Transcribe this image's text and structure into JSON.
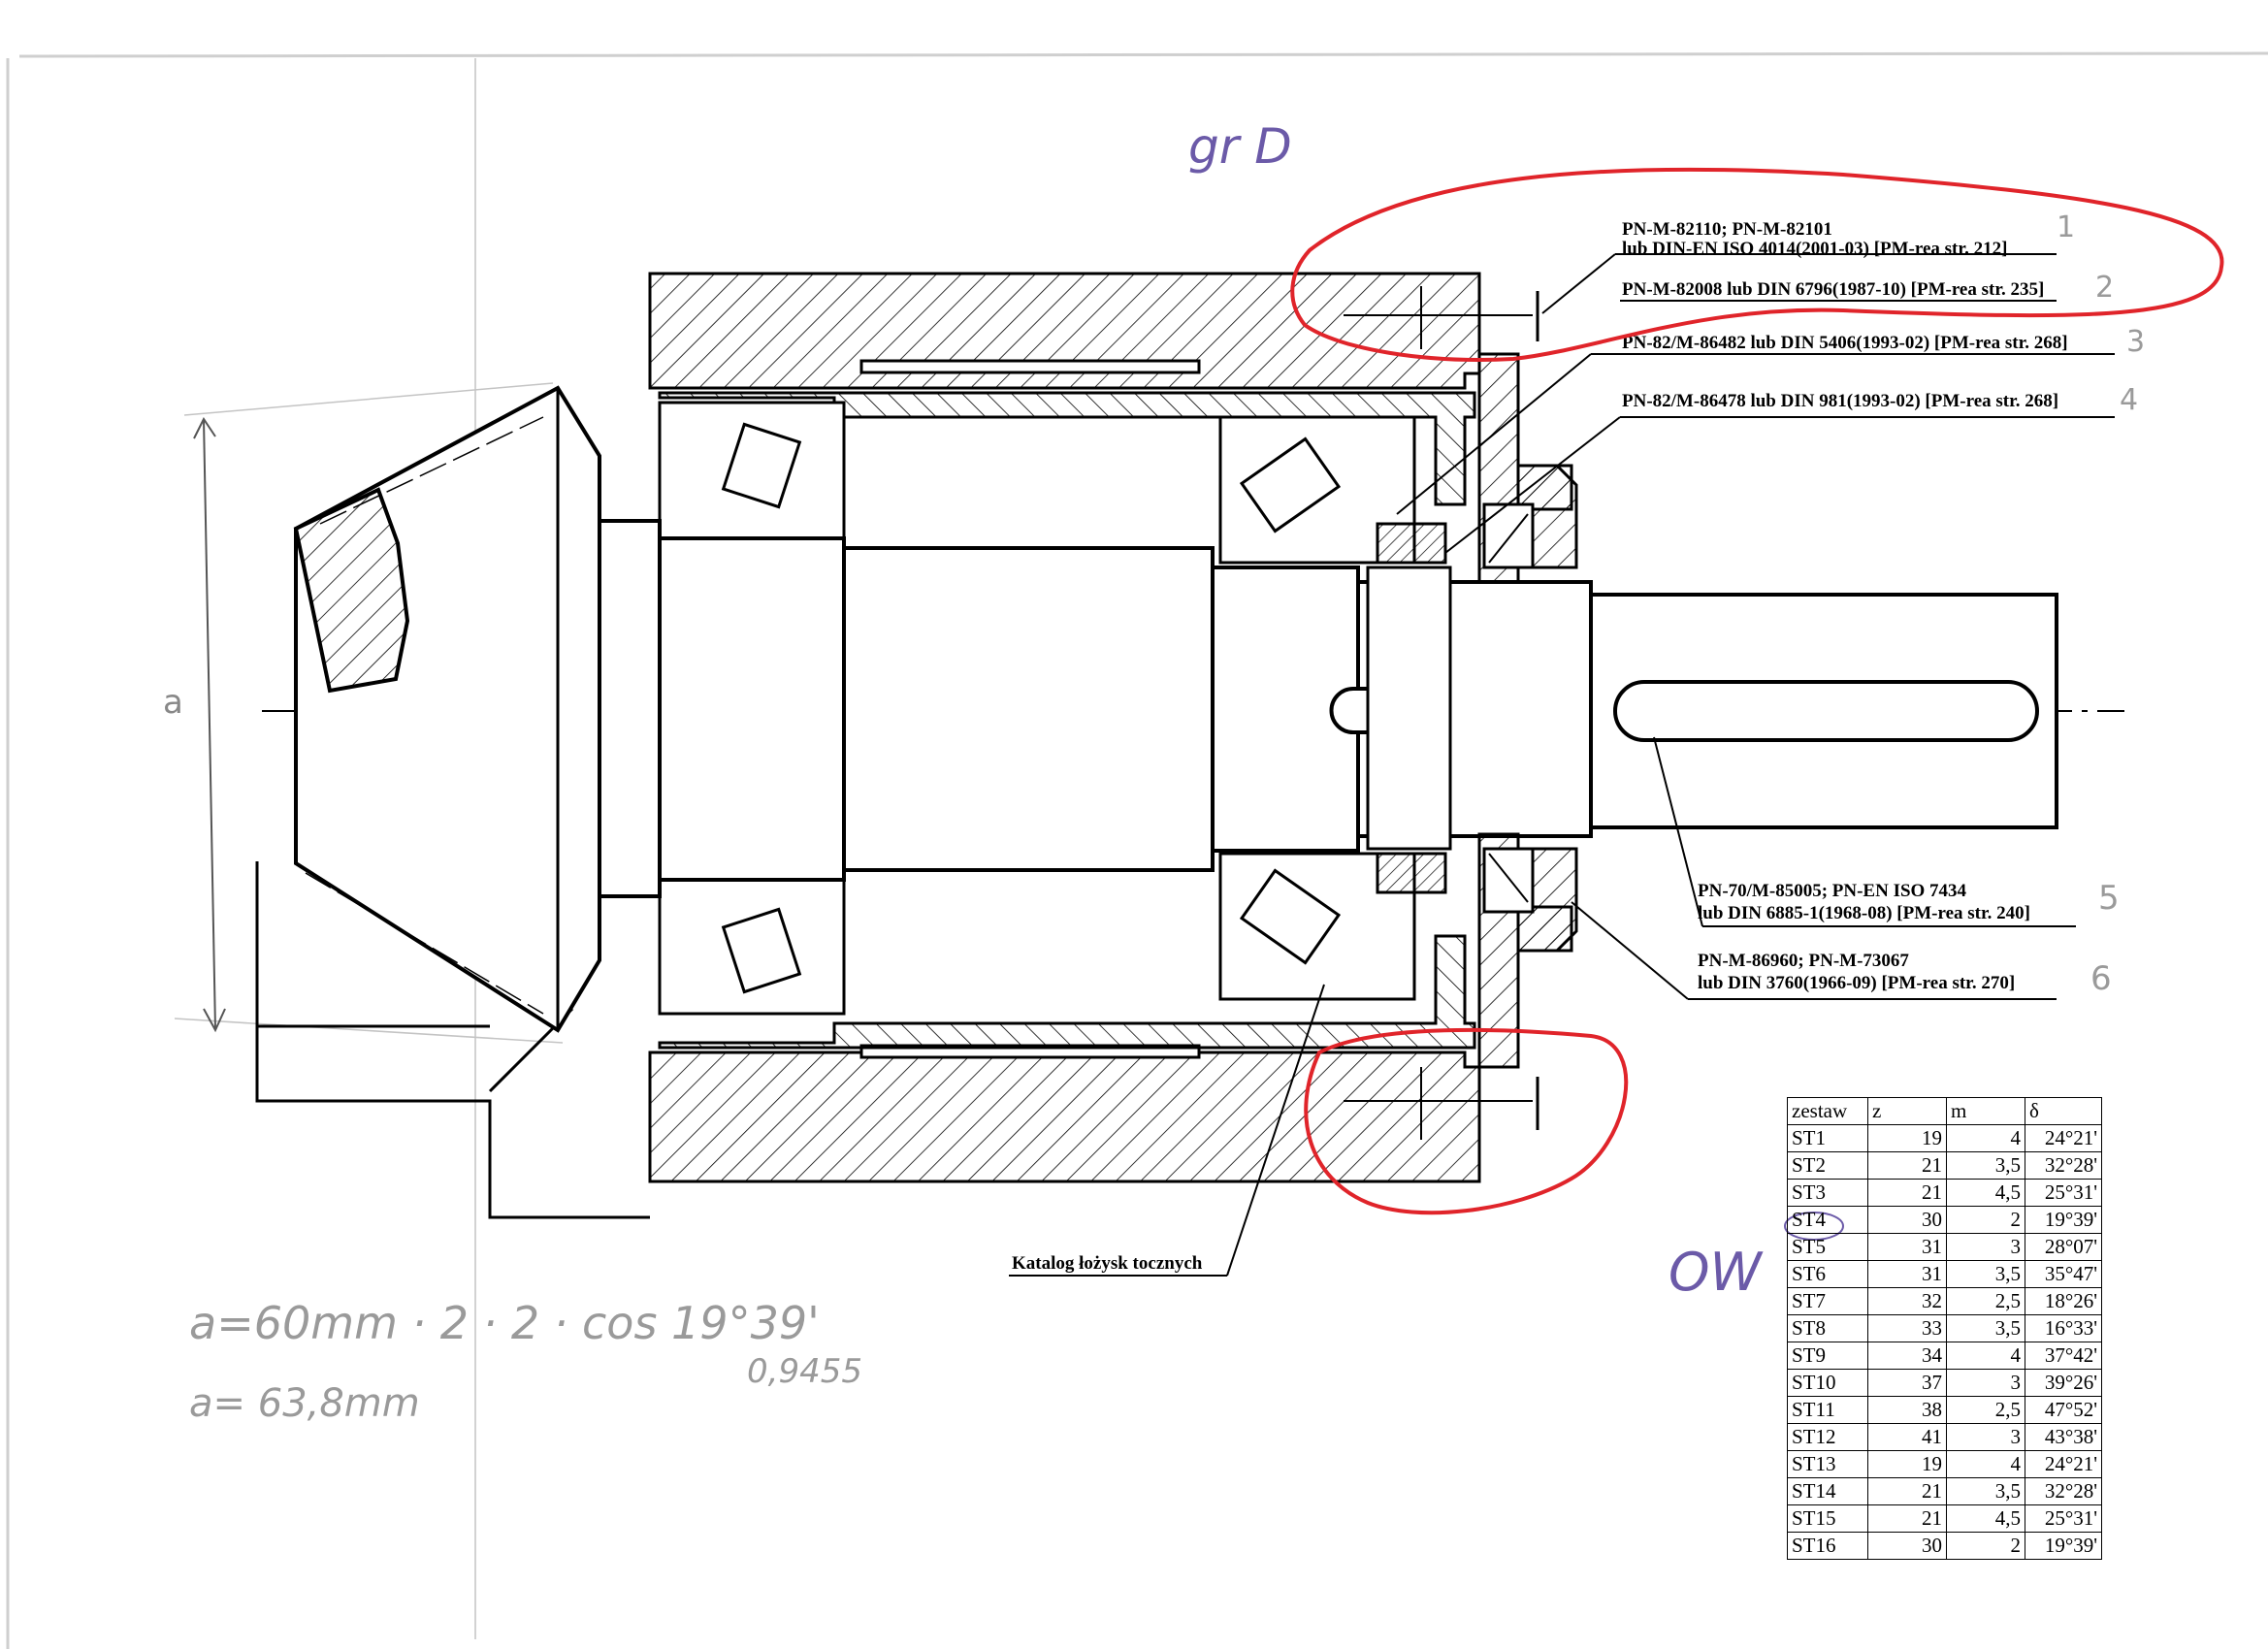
{
  "drawing": {
    "callouts": [
      {
        "id": "1",
        "lines": [
          "PN-M-82110;  PN-M-82101",
          "lub DIN-EN ISO 4014(2001-03) [PM-rea str. 212]"
        ]
      },
      {
        "id": "2",
        "lines": [
          "PN-M-82008 lub DIN 6796(1987-10) [PM-rea str. 235]"
        ]
      },
      {
        "id": "3",
        "lines": [
          "PN-82/M-86482 lub DIN 5406(1993-02) [PM-rea str. 268]"
        ]
      },
      {
        "id": "4",
        "lines": [
          "PN-82/M-86478 lub DIN 981(1993-02) [PM-rea str. 268]"
        ]
      },
      {
        "id": "5",
        "lines": [
          "PN-70/M-85005;  PN-EN ISO 7434",
          "lub DIN 6885-1(1968-08) [PM-rea str. 240]"
        ]
      },
      {
        "id": "6",
        "lines": [
          "PN-M-86960;  PN-M-73067",
          "lub DIN 3760(1966-09) [PM-rea str. 270]"
        ]
      }
    ],
    "bearing_catalog_label": "Katalog łożysk tocznych",
    "dimension_label": "a"
  },
  "handwriting": {
    "group_label": "gr D",
    "callout_numbers": [
      "1",
      "2",
      "3",
      "4",
      "5",
      "6"
    ],
    "signature": "OW",
    "calc_line_1": "a=60mm · 2 · 2 · cos 19°39'",
    "calc_line_2": "a= 63,8mm",
    "cos_value": "0,9455"
  },
  "parameter_table": {
    "headers": [
      "zestaw",
      "z",
      "m",
      "δ"
    ],
    "rows": [
      [
        "ST1",
        "19",
        "4",
        "24°21'"
      ],
      [
        "ST2",
        "21",
        "3,5",
        "32°28'"
      ],
      [
        "ST3",
        "21",
        "4,5",
        "25°31'"
      ],
      [
        "ST4",
        "30",
        "2",
        "19°39'"
      ],
      [
        "ST5",
        "31",
        "3",
        "28°07'"
      ],
      [
        "ST6",
        "31",
        "3,5",
        "35°47'"
      ],
      [
        "ST7",
        "32",
        "2,5",
        "18°26'"
      ],
      [
        "ST8",
        "33",
        "3,5",
        "16°33'"
      ],
      [
        "ST9",
        "34",
        "4",
        "37°42'"
      ],
      [
        "ST10",
        "37",
        "3",
        "39°26'"
      ],
      [
        "ST11",
        "38",
        "2,5",
        "47°52'"
      ],
      [
        "ST12",
        "41",
        "3",
        "43°38'"
      ],
      [
        "ST13",
        "19",
        "4",
        "24°21'"
      ],
      [
        "ST14",
        "21",
        "3,5",
        "32°28'"
      ],
      [
        "ST15",
        "21",
        "4,5",
        "25°31'"
      ],
      [
        "ST16",
        "30",
        "2",
        "19°39'"
      ]
    ],
    "selected_row": "ST4"
  },
  "colors": {
    "ink": "#000000",
    "red_marker": "#e0242a",
    "pencil": "#9a9a9a",
    "pen": "#6b5aa8"
  }
}
